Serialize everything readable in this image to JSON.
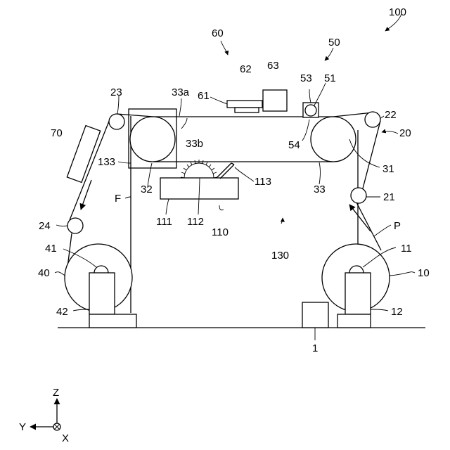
{
  "labels": {
    "l100": "100",
    "l60": "60",
    "l50": "50",
    "l62": "62",
    "l63": "63",
    "l53": "53",
    "l51": "51",
    "l23": "23",
    "l33a": "33a",
    "l61": "61",
    "l22": "22",
    "l20": "20",
    "l70": "70",
    "l33b": "33b",
    "l54": "54",
    "l133": "133",
    "l31": "31",
    "l32": "32",
    "l33": "33",
    "l113": "113",
    "lF": "F",
    "l21": "21",
    "l111": "111",
    "l112": "112",
    "l110": "110",
    "l24": "24",
    "lP": "P",
    "l130": "130",
    "l41": "41",
    "l11": "11",
    "l40": "40",
    "l10": "10",
    "l42": "42",
    "l12": "12",
    "l1": "1"
  },
  "axes": {
    "z": "Z",
    "y": "Y",
    "x": "X"
  }
}
